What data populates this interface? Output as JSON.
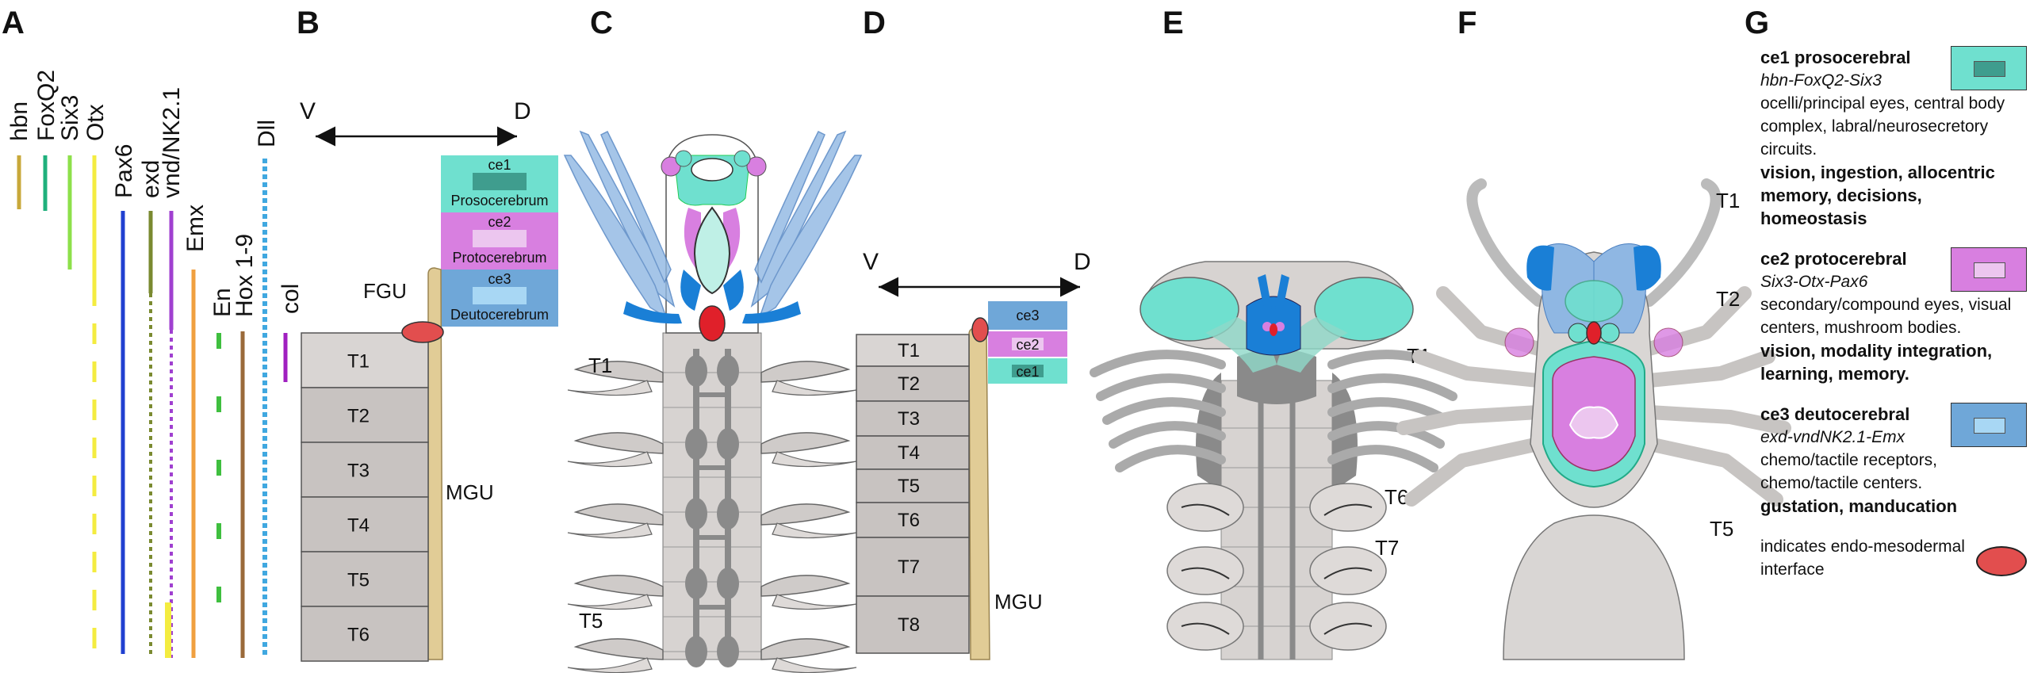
{
  "panels": {
    "A": "A",
    "B": "B",
    "C": "C",
    "D": "D",
    "E": "E",
    "F": "F",
    "G": "G"
  },
  "genes": [
    "hbn",
    "FoxQ2",
    "Six3",
    "Otx",
    "Pax6",
    "exd",
    "vnd/NK2.1",
    "Emx",
    "En",
    "Hox 1-9",
    "Dll",
    "col"
  ],
  "colors": {
    "ce1": "#6fe0cf",
    "ce2": "#d87fe0",
    "ce3": "#6fa7d8",
    "interface": "#e24e4e",
    "segment": "#cdc8c6",
    "mgu": "#e1cc96",
    "hbn": "#c8a83a",
    "FoxQ2": "#1fb07c",
    "Six3": "#8de04a",
    "Otx": "#f4ec40",
    "Pax6": "#2040d0",
    "exd": "#7a8a30",
    "vnd": "#a040d0",
    "Emx": "#f0a040",
    "En": "#3fbf3f",
    "Hox": "#9a6a3a",
    "Dll": "#40a8e0",
    "col": "#a020c0"
  },
  "panelB": {
    "axis_v": "V",
    "axis_d": "D",
    "fgu": "FGU",
    "mgu": "MGU",
    "ce_boxes": [
      {
        "id": "ce1",
        "name": "Prosocerebrum"
      },
      {
        "id": "ce2",
        "name": "Protocerebrum"
      },
      {
        "id": "ce3",
        "name": "Deutocerebrum"
      }
    ],
    "segments": [
      "T1",
      "T2",
      "T3",
      "T4",
      "T5",
      "T6"
    ]
  },
  "panelC": {
    "labels": [
      "T1",
      "T5"
    ]
  },
  "panelD": {
    "axis_v": "V",
    "axis_d": "D",
    "mgu": "MGU",
    "ce_boxes": [
      "ce3",
      "ce2",
      "ce1"
    ],
    "segments": [
      "T1",
      "T2",
      "T3",
      "T4",
      "T5",
      "T6",
      "T7",
      "T8"
    ]
  },
  "panelE": {
    "labels": [
      "T1",
      "T6",
      "T7"
    ]
  },
  "panelF": {
    "labels": [
      "T1",
      "T2",
      "T5"
    ]
  },
  "legend": {
    "ce1": {
      "title": "ce1 prosocerebral",
      "genes": "hbn-FoxQ2-Six3",
      "desc": "ocelli/principal eyes, central body complex, labral/neurosecretory circuits.",
      "func": "vision, ingestion, allocentric memory, decisions, homeostasis"
    },
    "ce2": {
      "title": "ce2 protocerebral",
      "genes": "Six3-Otx-Pax6",
      "desc": "secondary/compound eyes, visual centers, mushroom bodies.",
      "func": "vision, modality integration, learning, memory."
    },
    "ce3": {
      "title": "ce3 deutocerebral",
      "genes": "exd-vndNK2.1-Emx",
      "desc": "chemo/tactile receptors, chemo/tactile centers.",
      "func": "gustation, manducation"
    },
    "interface": "indicates endo-mesodermal interface"
  }
}
